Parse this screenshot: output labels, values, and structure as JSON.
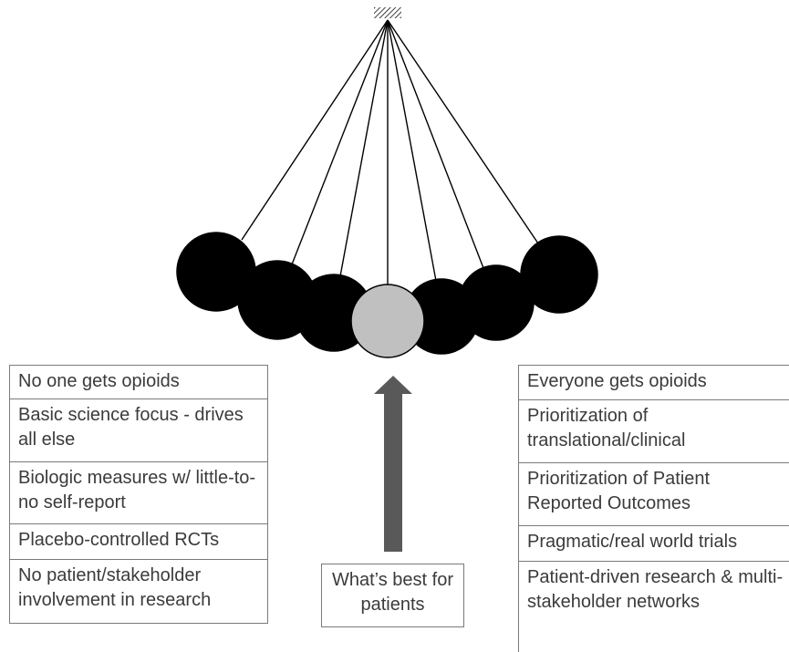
{
  "left_column": [
    "No one gets opioids",
    "Basic science focus - drives all else",
    "Biologic measures w/ little-to-no self-report",
    "Placebo-controlled RCTs",
    "No patient/stakeholder involvement in research"
  ],
  "right_column": [
    "Everyone gets opioids",
    "Prioritization of translational/clinical",
    "Prioritization of Patient Reported Outcomes",
    "Pragmatic/real world trials",
    "Patient-driven research & multi-stakeholder networks"
  ],
  "center_label": "What’s best for patients",
  "colors": {
    "ball": "#000000",
    "center_ball": "#c0c0c0",
    "arrow": "#595959",
    "string": "#000000"
  }
}
